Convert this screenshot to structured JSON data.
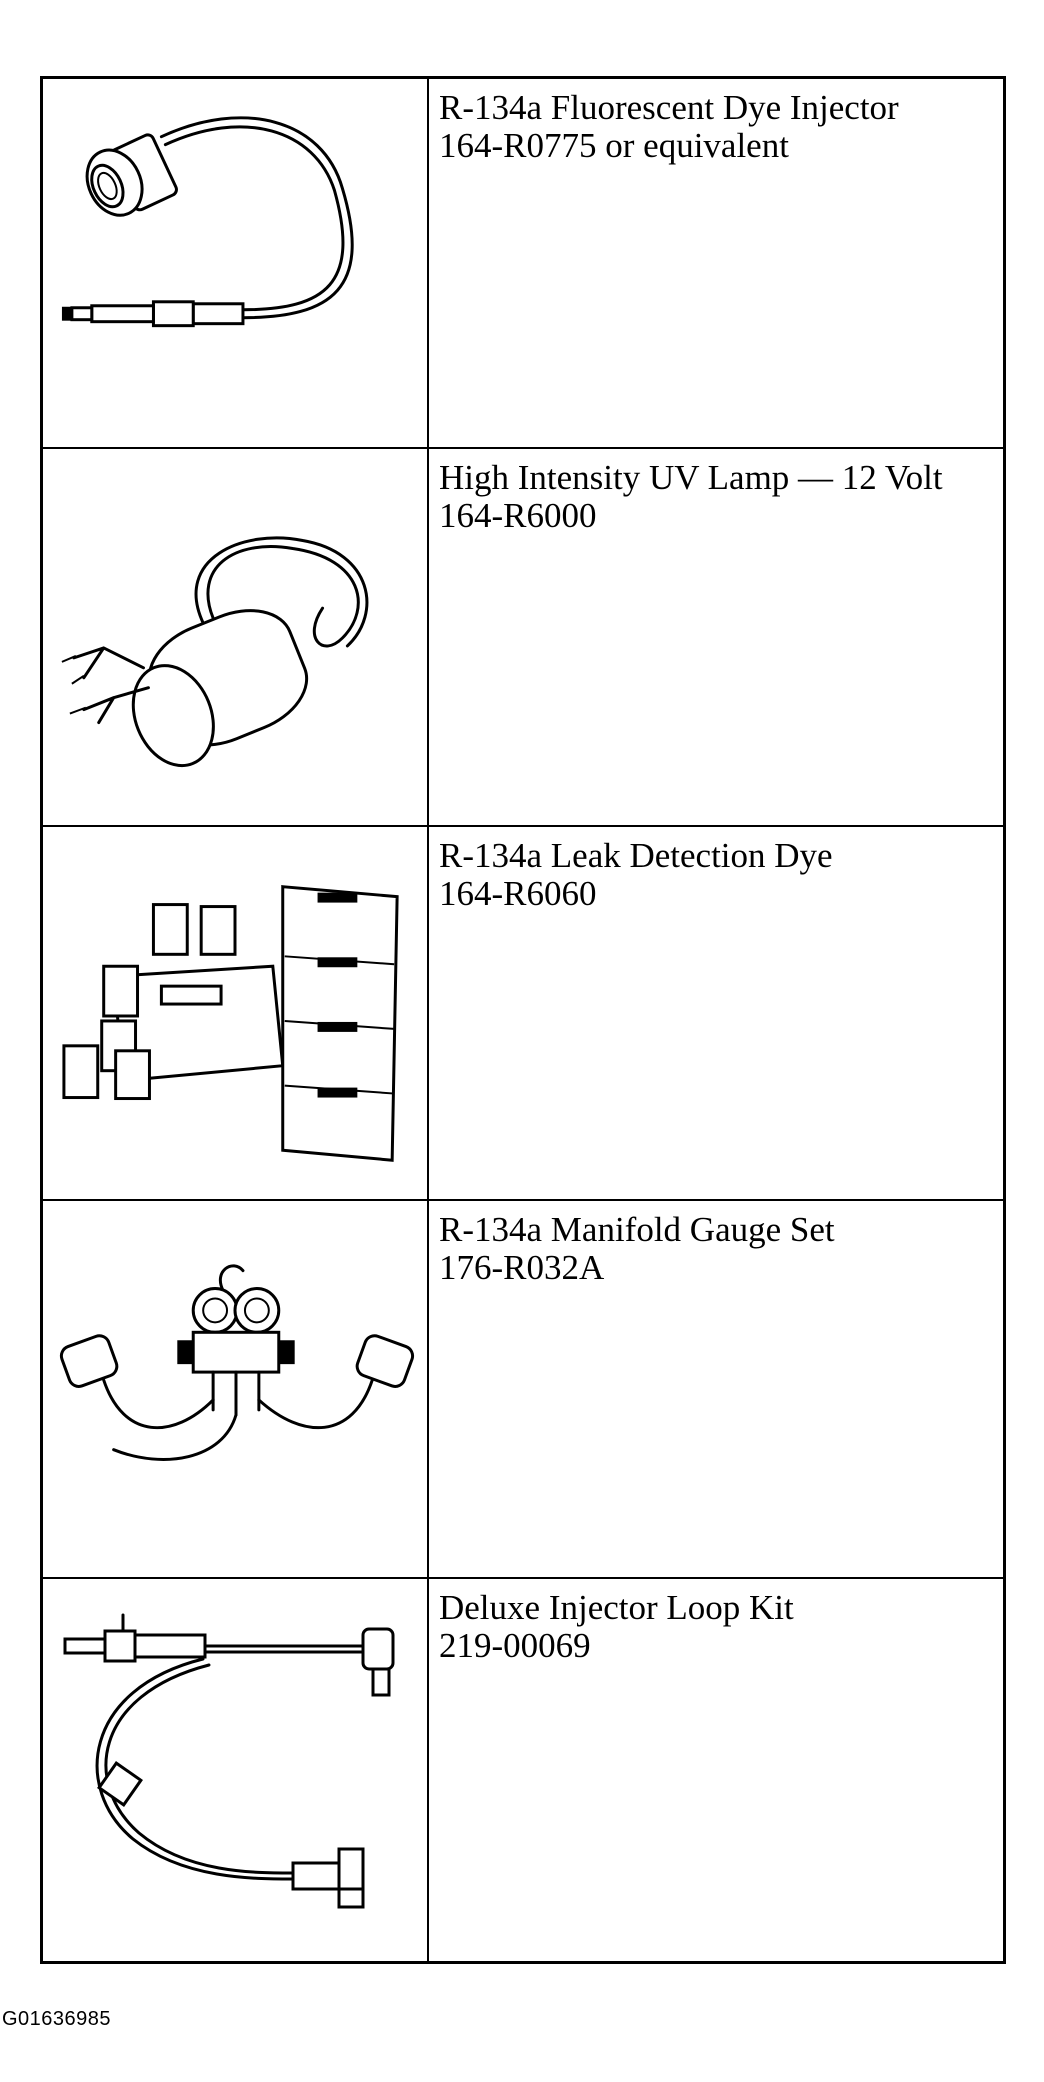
{
  "tools": [
    {
      "icon": "dye-injector-icon",
      "name": "R-134a Fluorescent Dye Injector",
      "part": "164-R0775 or equivalent"
    },
    {
      "icon": "uv-lamp-icon",
      "name": "High Intensity UV Lamp — 12 Volt",
      "part": "164-R6000"
    },
    {
      "icon": "leak-dye-kit-icon",
      "name": "R-134a Leak Detection Dye",
      "part": "164-R6060"
    },
    {
      "icon": "manifold-gauge-icon",
      "name": "R-134a Manifold Gauge Set",
      "part": "176-R032A"
    },
    {
      "icon": "injector-loop-kit-icon",
      "name": "Deluxe Injector Loop Kit",
      "part": "219-00069"
    }
  ],
  "figure_id": "G01636985"
}
